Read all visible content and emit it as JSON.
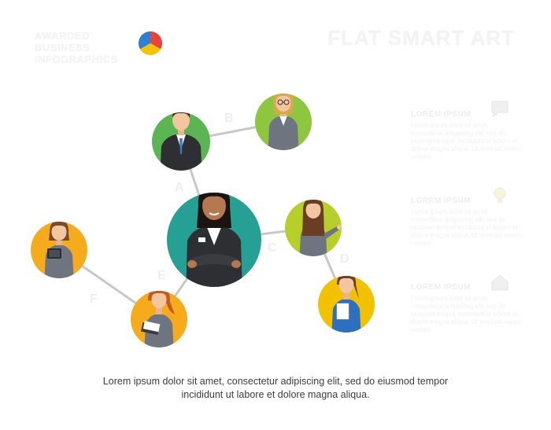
{
  "header": {
    "brand_line1": "AWARDED BUSINESS",
    "brand_line2": "INFOGRAPHICS",
    "title": "FLAT SMART ART"
  },
  "nodes": [
    {
      "label": "A",
      "person": "businessman",
      "color": "#5ab552"
    },
    {
      "label": "B",
      "person": "woman-with-glasses",
      "color": "#8dc63f"
    },
    {
      "label": "C",
      "person": "woman-pointing",
      "color": "#b6cf2a"
    },
    {
      "label": "D",
      "person": "woman-with-document",
      "color": "#f2c200"
    },
    {
      "label": "E",
      "person": "woman-with-notebook",
      "color": "#f5ab1b"
    },
    {
      "label": "F",
      "person": "woman-with-tablet",
      "color": "#f5ab1b"
    },
    {
      "label": "",
      "person": "businesswoman-center",
      "color": "#26a095"
    }
  ],
  "info_blocks": [
    {
      "title": "LOREM IPSUM",
      "icon": "speech-bubble-icon",
      "text": "Lorem ipsum dolor sit amet, consectetur adipiscing elit, sed do eiusmod tempor incididunt ut labore et dolore magna aliqua. Ut enim ad minim veniam."
    },
    {
      "title": "LOREM IPSUM",
      "icon": "light-bulb-icon",
      "text": "Lorem ipsum dolor sit amet, consectetur adipiscing elit, sed do eiusmod tempor incididunt ut labore et dolore magna aliqua. Ut enim ad minim veniam."
    },
    {
      "title": "LOREM IPSUM",
      "icon": "house-icon",
      "text": "Lorem ipsum dolor sit amet, consectetur adipiscing elit, sed do eiusmod tempor incididunt ut labore et dolore magna aliqua. Ut enim ad minim veniam."
    }
  ],
  "caption": {
    "line1": "Lorem ipsum dolor sit amet, consectetur adipiscing elit, sed do eiusmod tempor",
    "line2": "incididunt ut labore et dolore magna aliqua."
  },
  "colors": {
    "connector": "#c8c8c8",
    "center": "#26a095",
    "suit_dark": "#2d2f33",
    "suit_gray": "#6e7480",
    "skin": "#f3c6a0",
    "skin_dark": "#b5784f"
  }
}
